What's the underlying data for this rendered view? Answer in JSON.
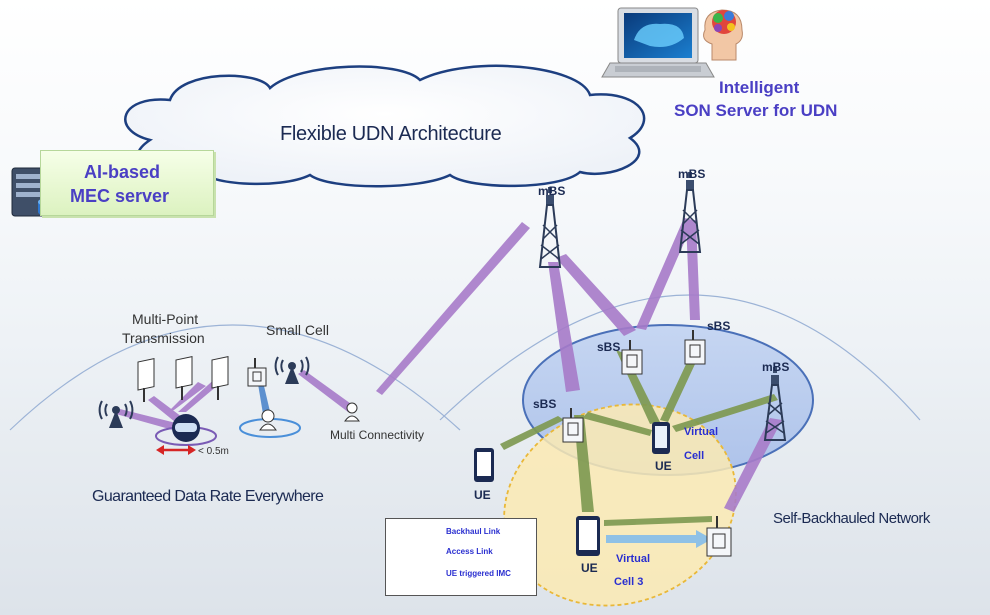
{
  "cloud_title": "Flexible UDN Architecture",
  "son_server": {
    "line1": "Intelligent",
    "line2": "SON Server for UDN"
  },
  "mec_server": {
    "line1": "AI-based",
    "line2": "MEC server"
  },
  "left_region": {
    "multipoint_line1": "Multi-Point",
    "multipoint_line2": "Transmission",
    "small_cell": "Small Cell",
    "distance": "< 0.5m",
    "multi_connectivity": "Multi Connectivity",
    "caption": "Guaranteed Data Rate Everywhere"
  },
  "right_region": {
    "mbs_top_left": "mBS",
    "mbs_top_right": "mBS",
    "mbs_right": "mBS",
    "sbs_upper_left": "sBS",
    "sbs_upper_right": "sBS",
    "sbs_lower": "sBS",
    "ue_center": "UE",
    "ue_left": "UE",
    "ue_bottom": "UE",
    "virtual_cell_1": "Virtual",
    "virtual_cell_2": "Cell",
    "virtual_cell3_1": "Virtual",
    "virtual_cell3_2": "Cell 3",
    "caption": "Self-Backhauled Network"
  },
  "legend": {
    "backhaul": "Backhaul Link",
    "access": "Access Link",
    "imc": "UE triggered IMC"
  },
  "colors": {
    "backhaul": "#a77bc9",
    "access": "#7f9a52",
    "imc": "#8fc1e6",
    "label_blue": "#4a3fc4",
    "cell_blue": "#b9cdee",
    "cell_yellow": "#fbeab3"
  }
}
